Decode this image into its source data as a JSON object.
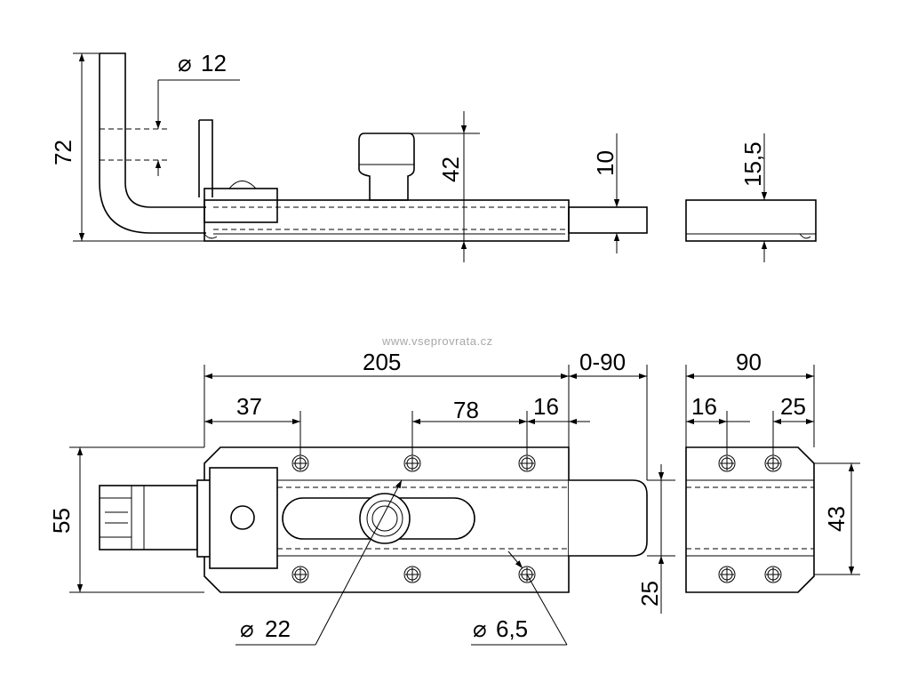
{
  "watermark": "www.vseprovrata.cz",
  "side_view": {
    "dims": {
      "height_72": "72",
      "pin_dia": "12",
      "knob_42": "42",
      "bolt_10": "10",
      "keeper_15_5": "15,5"
    }
  },
  "top_view": {
    "dims": {
      "length_205": "205",
      "travel": "0-90",
      "offset_37": "37",
      "spacing_78": "78",
      "offset_16": "16",
      "height_55": "55",
      "knob_dia": "22",
      "hole_dia": "6,5",
      "bolt_25": "25"
    }
  },
  "keeper_view": {
    "dims": {
      "width_90": "90",
      "offset_16": "16",
      "offset_25": "25",
      "height_43": "43"
    }
  },
  "symbols": {
    "diameter": "⌀"
  }
}
